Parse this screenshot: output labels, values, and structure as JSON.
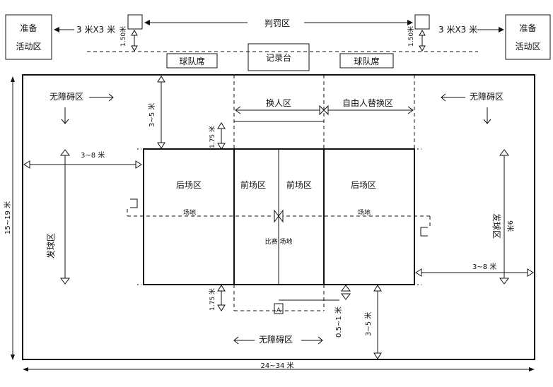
{
  "labels": {
    "penalty_zone": "判罚区",
    "warmup_area_left": [
      "准备",
      "活动区"
    ],
    "warmup_area_right": [
      "准备",
      "活动区"
    ],
    "warmup_dim_left": "3 米X3 米",
    "warmup_dim_right": "3 米X3 米",
    "bench_left": "球队席",
    "bench_right": "球队席",
    "scorer_table": "记录台",
    "penalty_dim_left": "1.50米",
    "penalty_dim_right": "1.50米",
    "free_zone_tl": "无障碍区",
    "free_zone_tr": "无障碍区",
    "free_zone_bottom": "无障碍区",
    "substitution_zone": "换人区",
    "libero_zone": "自由人替换区",
    "dim_3_5_top": "3~5 米",
    "dim_1_75_top": "1.75 米",
    "dim_3_8_left": "3~8 米",
    "dim_3_8_right": "3~8 米",
    "back_zone_left": "后场区",
    "front_zone_left": "前场区",
    "front_zone_right": "前场区",
    "back_zone_right": "后场区",
    "court_left": "场地",
    "court_right": "场地",
    "playing_court": "比赛  场地",
    "serve_zone_left": "发球区",
    "serve_zone_right": "发球区",
    "serve_zone_right_dim": "9米",
    "dim_15_19": "15~19 米",
    "dim_24_34": "24~34 米",
    "dim_1_75_bottom": "1.75 米",
    "dim_0_5_1": "0.5~1 米",
    "dim_3_5_bottom": "3~5 米",
    "referee_mark": "A"
  }
}
